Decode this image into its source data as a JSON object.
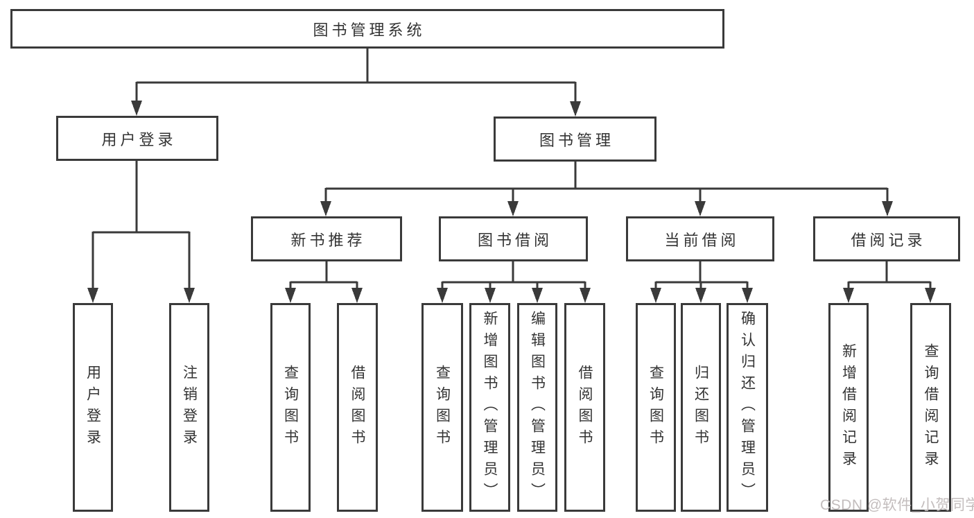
{
  "diagram_type": "functional-structure-tree",
  "tree": {
    "label": "图书管理系统",
    "children": [
      {
        "label": "用户登录",
        "children": [
          {
            "label": "用户登录"
          },
          {
            "label": "注销登录"
          }
        ]
      },
      {
        "label": "图书管理",
        "children": [
          {
            "label": "新书推荐",
            "children": [
              {
                "label": "查询图书"
              },
              {
                "label": "借阅图书"
              }
            ]
          },
          {
            "label": "图书借阅",
            "children": [
              {
                "label": "查询图书"
              },
              {
                "label": "新增图书（管理员）"
              },
              {
                "label": "编辑图书（管理员）"
              },
              {
                "label": "借阅图书"
              }
            ]
          },
          {
            "label": "当前借阅",
            "children": [
              {
                "label": "查询图书"
              },
              {
                "label": "归还图书"
              },
              {
                "label": "确认归还（管理员）"
              }
            ]
          },
          {
            "label": "借阅记录",
            "children": [
              {
                "label": "新增借阅记录"
              },
              {
                "label": "查询借阅记录"
              }
            ]
          }
        ]
      }
    ]
  },
  "watermark": {
    "text": "CSDN @软件_小贺同学",
    "color": "#c3bdbd"
  },
  "colors": {
    "line": "#3a3a3a",
    "box_border": "#3a3a3a",
    "text": "#333333",
    "box_background": "#ffffff",
    "page_background": "#ffffff"
  }
}
